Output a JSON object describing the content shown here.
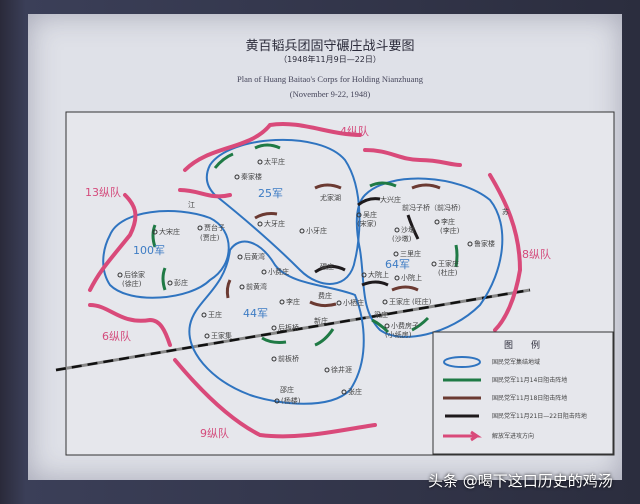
{
  "title_zh": "黄百韬兵团固守碾庄战斗要图",
  "date_zh": "（1948年11月9日—22日）",
  "title_en": "Plan of Huang Baitao's Corps for Holding Nianzhuang",
  "date_en": "(November 9-22, 1948)",
  "armies": [
    "25军",
    "100军",
    "44军",
    "64军"
  ],
  "columns": [
    "4纵队",
    "13纵队",
    "8纵队",
    "6纵队",
    "9纵队"
  ],
  "places": [
    "太平庄",
    "秦家楼",
    "尤家湖",
    "大牙庄",
    "小牙庄",
    "江",
    "大宋庄",
    "贾台子",
    "(贾庄)",
    "后徐家",
    "(徐庄)",
    "彭庄",
    "后黄湾",
    "小费庄",
    "前黄湾",
    "碾庄",
    "李庄",
    "费庄",
    "小栖庄",
    "王庄",
    "王家集",
    "后板桥",
    "新庄",
    "前板桥",
    "徐井涯",
    "邵庄",
    "(杨楼)",
    "张庄",
    "大兴庄",
    "前冯子桥（前冯桥）",
    "吴庄",
    "(宋家)",
    "沙墩",
    "(沙墩)",
    "李庄",
    "(李庄)",
    "三里庄",
    "鲁家楼",
    "王家庄",
    "(杜庄)",
    "大院上",
    "小院上",
    "王家庄",
    "(旺庄)",
    "梁庄",
    "小费房子",
    "(小纸房)",
    "苏"
  ],
  "legend": {
    "title": "图　　例",
    "items": [
      {
        "label": "国民党军集结地域",
        "symbol": "blue-ellipse",
        "color": "#2f74c0"
      },
      {
        "label": "国民党军11月14日阻击阵地",
        "symbol": "green-trench",
        "color": "#1f7a45"
      },
      {
        "label": "国民党军11月18日阻击阵地",
        "symbol": "brown-trench",
        "color": "#6b3a32"
      },
      {
        "label": "国民党军11月21日—22日阻击阵地",
        "symbol": "black-trench",
        "color": "#1e1a1c"
      },
      {
        "label": "解放军进攻方向",
        "symbol": "pink-arrow",
        "color": "#d94a7a"
      }
    ]
  },
  "watermark": "头条 @喝下这口历史的鸡汤"
}
